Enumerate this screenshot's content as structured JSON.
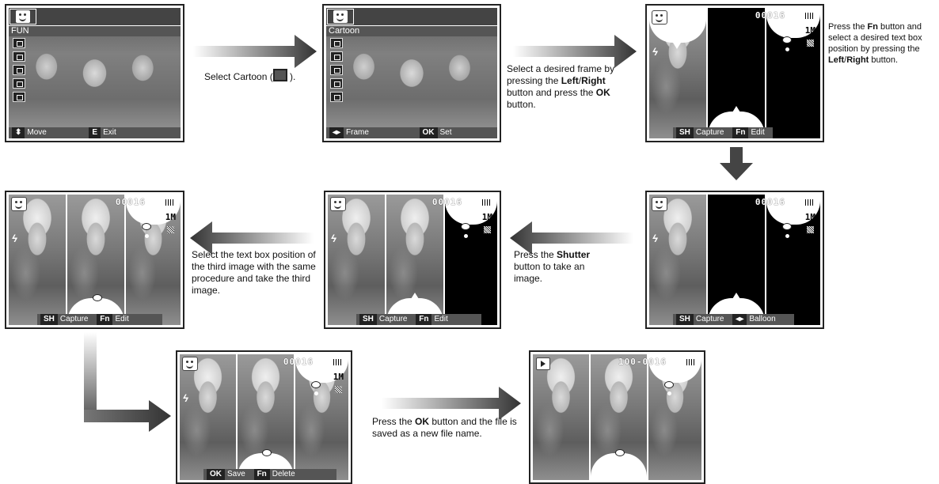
{
  "screens": {
    "s1": {
      "menu_title": "FUN",
      "bar": [
        {
          "key": "⬍",
          "label": "Move"
        },
        {
          "key": "E",
          "label": "Exit"
        }
      ]
    },
    "s2": {
      "menu_title": "Cartoon",
      "bar": [
        {
          "key": "◂▸",
          "label": "Frame"
        },
        {
          "key": "OK",
          "label": "Set"
        }
      ]
    },
    "s3": {
      "counter": "00016",
      "size": "1M",
      "bar": [
        {
          "key": "SH",
          "label": "Capture"
        },
        {
          "key": "Fn",
          "label": "Edit"
        }
      ]
    },
    "s4": {
      "counter": "00016",
      "size": "1M",
      "bar": [
        {
          "key": "SH",
          "label": "Capture"
        },
        {
          "key": "◂▸",
          "label": "Balloon"
        }
      ]
    },
    "s5": {
      "counter": "00016",
      "size": "1M",
      "bar": [
        {
          "key": "SH",
          "label": "Capture"
        },
        {
          "key": "Fn",
          "label": "Edit"
        }
      ]
    },
    "s6": {
      "counter": "00016",
      "size": "1M",
      "bar": [
        {
          "key": "SH",
          "label": "Capture"
        },
        {
          "key": "Fn",
          "label": "Edit"
        }
      ]
    },
    "s7": {
      "counter": "00016",
      "size": "1M",
      "bar": [
        {
          "key": "OK",
          "label": "Save"
        },
        {
          "key": "Fn",
          "label": "Delete"
        }
      ]
    },
    "s8": {
      "counter": "100-0016"
    }
  },
  "captions": {
    "c1": {
      "pre": "Select Cartoon (",
      "post": " )."
    },
    "c2": {
      "p1": "Select a desired frame by pressing the ",
      "b1": "Left",
      "p2": "/",
      "b2": "Right",
      "p3": " button and press the ",
      "b3": "OK",
      "p4": " button."
    },
    "c3": {
      "p1": "Press the ",
      "b1": "Fn",
      "p2": " button and select a desired text box position by pressing the ",
      "b2": "Left",
      "p3": "/",
      "b3": "Right",
      "p4": " button."
    },
    "c4": {
      "p1": "Press the ",
      "b1": "Shutter",
      "p2": " button to take an image."
    },
    "c5": {
      "text": "Select the text box position of the third image with the same procedure and take the third image."
    },
    "c6": {
      "p1": "Press the ",
      "b1": "OK",
      "p2": " button and the file is saved as a new file name."
    }
  },
  "colors": {
    "arrow_dark": "#333333",
    "arrow_light": "#ffffff",
    "bar_bg": "#555555"
  },
  "icons": [
    "face-mode-icon",
    "play-icon",
    "flash-off-icon",
    "battery-icon",
    "memory-card-icon",
    "cartoon-icon"
  ]
}
